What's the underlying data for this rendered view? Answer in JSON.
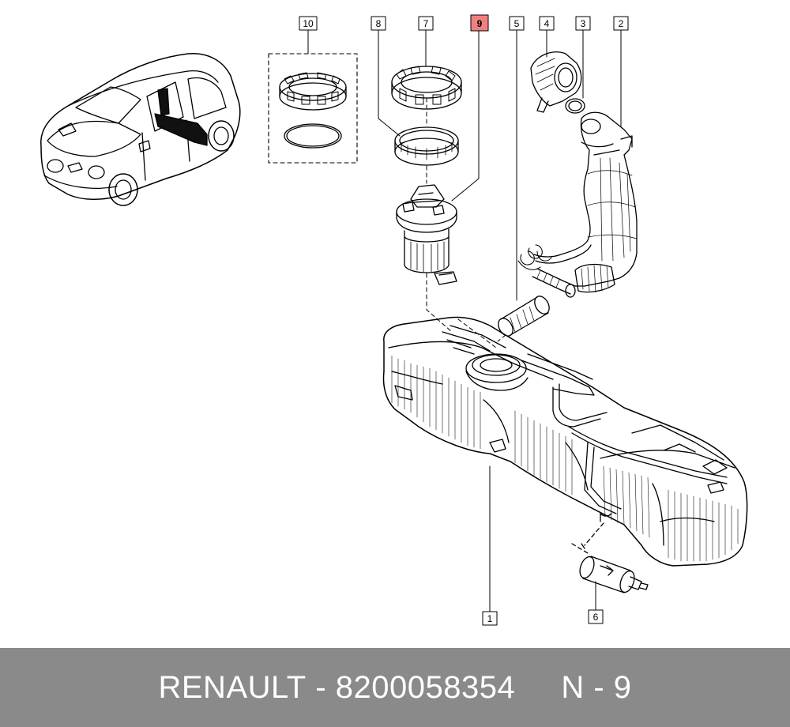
{
  "diagram": {
    "highlight_color": "#f08080",
    "line_color": "#000000",
    "callouts": [
      {
        "id": "c10",
        "label": "10",
        "highlighted": false,
        "part": "sender-locking-ring-and-seal-kit"
      },
      {
        "id": "c8",
        "label": "8",
        "highlighted": false,
        "part": "gasket-ring"
      },
      {
        "id": "c7",
        "label": "7",
        "highlighted": false,
        "part": "locking-ring"
      },
      {
        "id": "c9",
        "label": "9",
        "highlighted": true,
        "part": "fuel-pump-sender-module"
      },
      {
        "id": "c5",
        "label": "5",
        "highlighted": false,
        "part": "hose-sleeve"
      },
      {
        "id": "c4",
        "label": "4",
        "highlighted": false,
        "part": "filler-cap"
      },
      {
        "id": "c3",
        "label": "3",
        "highlighted": false,
        "part": "o-ring"
      },
      {
        "id": "c2",
        "label": "2",
        "highlighted": false,
        "part": "filler-neck"
      },
      {
        "id": "c1",
        "label": "1",
        "highlighted": false,
        "part": "fuel-tank"
      },
      {
        "id": "c6",
        "label": "6",
        "highlighted": false,
        "part": "fuel-filter"
      }
    ]
  },
  "footer": {
    "brand": "RENAULT",
    "sep1": " - ",
    "part_number": "8200058354",
    "gap": "     ",
    "position": "N - 9",
    "background": "#8a8a8a",
    "text_color": "#ffffff"
  }
}
